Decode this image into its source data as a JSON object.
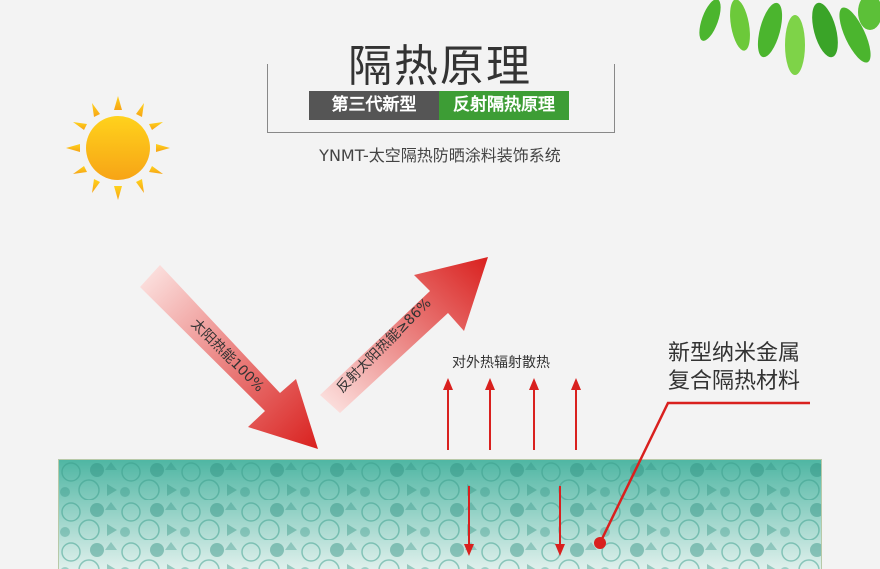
{
  "header": {
    "title": "隔热原理",
    "badge_left": "第三代新型",
    "badge_right": "反射隔热原理",
    "subtitle": "YNMT-太空隔热防晒涂料装饰系统"
  },
  "diagram": {
    "incoming_arrow_label": "太阳热能100%",
    "reflected_arrow_label": "反射太阳热能≥86%",
    "radiation_label": "对外热辐射散热",
    "material_label_line1": "新型纳米金属",
    "material_label_line2": "复合隔热材料"
  },
  "colors": {
    "background": "#f3f3f3",
    "badge_gray": "#555555",
    "badge_green": "#3d9d35",
    "arrow_red": "#d9201e",
    "layer_teal": "#4fb6a3",
    "sun_orange": "#f7a416"
  }
}
